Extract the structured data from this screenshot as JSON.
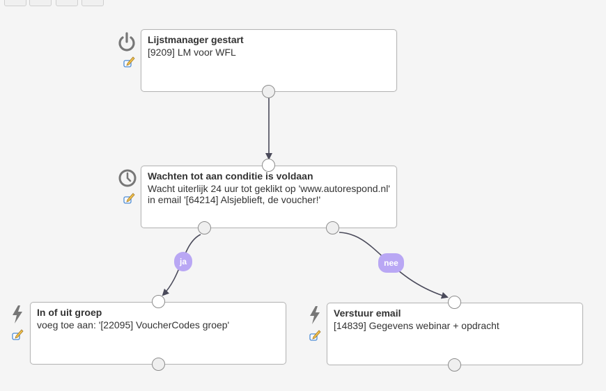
{
  "nodes": {
    "start": {
      "title": "Lijstmanager gestart",
      "desc": "[9209] LM voor WFL",
      "icon": "power-icon"
    },
    "wait": {
      "title": "Wachten tot aan conditie is voldaan",
      "desc": "Wacht uiterlijk 24 uur tot geklikt op 'www.autorespond.nl' in email '[64214] Alsjeblieft, de voucher!'",
      "icon": "clock-icon"
    },
    "group": {
      "title": "In of uit groep",
      "desc": "voeg toe aan: '[22095] VoucherCodes groep'",
      "icon": "lightning-icon"
    },
    "email": {
      "title": "Verstuur email",
      "desc": "[14839] Gegevens webinar + opdracht",
      "icon": "lightning-icon"
    }
  },
  "edges": {
    "yes_label": "ja",
    "no_label": "nee"
  },
  "colors": {
    "label_bg": "#b9a7f4",
    "edge": "#4a4a5a",
    "icon": "#777777"
  }
}
